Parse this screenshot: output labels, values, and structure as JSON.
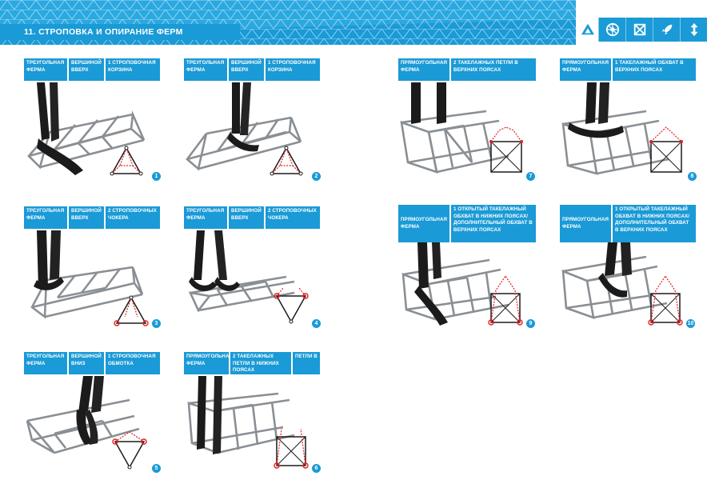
{
  "header": {
    "title": "11. СТРОПОВКА И ОПИРАНИЕ ФЕРМ",
    "icons": [
      "triangle-icon",
      "wheel-icon",
      "crossed-square-icon",
      "rocket-icon",
      "up-down-arrows-icon"
    ]
  },
  "colors": {
    "accent": "#1a9ad6",
    "sling": "#1b1b1b",
    "marker": "#e02020"
  },
  "cards": [
    {
      "number": "1",
      "labels": [
        "ТРЕУГОЛЬНАЯ ФЕРМА",
        "ВЕРШИНОЙ ВВЕРХ",
        "1 СТРОПОВОЧНАЯ КОРЗИНА"
      ],
      "diagram": "triangle-up"
    },
    {
      "number": "2",
      "labels": [
        "ТРЕУГОЛЬНАЯ ФЕРМА",
        "ВЕРШИНОЙ ВВЕРХ",
        "1 СТРОПОВОЧНАЯ КОРЗИНА"
      ],
      "diagram": "triangle-up"
    },
    {
      "number": "3",
      "labels": [
        "ТРЕУГОЛЬНАЯ ФЕРМА",
        "ВЕРШИНОЙ ВВЕРХ",
        "2 СТРОПОВОЧНЫХ ЧОКЕРА"
      ],
      "diagram": "triangle-up"
    },
    {
      "number": "4",
      "labels": [
        "ТРЕУГОЛЬНАЯ ФЕРМА",
        "ВЕРШИНОЙ ВВЕРХ",
        "2 СТРОПОВОЧНЫХ ЧОКЕРА"
      ],
      "diagram": "triangle-down"
    },
    {
      "number": "5",
      "labels": [
        "ТРЕУГОЛЬНАЯ ФЕРМА",
        "ВЕРШИНОЙ ВНИЗ",
        "1 СТРОПОВОЧНАЯ ОБМОТКА"
      ],
      "diagram": "triangle-down"
    },
    {
      "number": "6",
      "labels": [
        "ПРЯМОУГОЛЬНАЯ ФЕРМА",
        "2 ТАКЕЛАЖНЫХ ПЕТЛИ В НИЖНИХ ПОЯСАХ",
        "ПЕТЛИ В"
      ],
      "diagram": "square"
    },
    {
      "number": "7",
      "labels": [
        "ПРЯМОУГОЛЬНАЯ ФЕРМА",
        "2 ТАКЕЛАЖНЫХ ПЕТЛИ В ВЕРХНИХ ПОЯСАХ",
        ""
      ],
      "diagram": "square"
    },
    {
      "number": "8",
      "labels": [
        "ПРЯМОУГОЛЬНАЯ ФЕРМА",
        "1 ТАКЕЛАЖНЫЙ ОБХВАТ В ВЕРХНИХ ПОЯСАХ",
        ""
      ],
      "diagram": "square"
    },
    {
      "number": "9",
      "labels": [
        "ПРЯМОУГОЛЬНАЯ ФЕРМА",
        "1 ОТКРЫТЫЙ ТАКЕЛАЖНЫЙ ОБХВАТ В НИЖНИХ ПОЯСАХ/ ДОПОЛНИТЕЛЬНЫЙ ОБХВАТ В ВЕРХНИХ ПОЯСАХ"
      ],
      "diagram": "square"
    },
    {
      "number": "10",
      "labels": [
        "ПРЯМОУГОЛЬНАЯ ФЕРМА",
        "1 ОТКРЫТЫЙ ТАКЕЛАЖНЫЙ ОБХВАТ В НИЖНИХ ПОЯСАХ/ ДОПОЛНИТЕЛЬНЫЙ ОБХВАТ В ВЕРХНИХ ПОЯСАХ"
      ],
      "diagram": "square"
    }
  ]
}
